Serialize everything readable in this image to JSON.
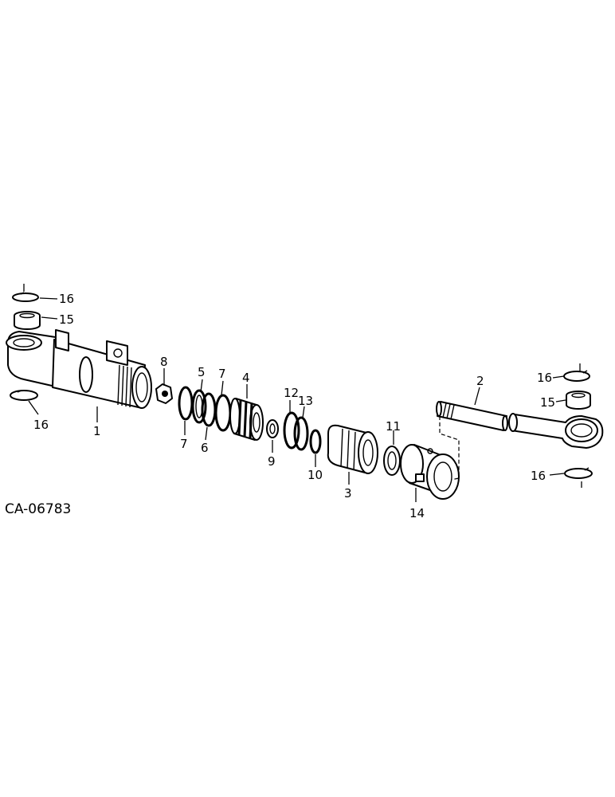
{
  "figure_id": "CA-06783",
  "callouts": {
    "c1": "1",
    "c2": "2",
    "c3": "3",
    "c4": "4",
    "c5": "5",
    "c6": "6",
    "c7a": "7",
    "c7b": "7",
    "c8": "8",
    "c9": "9",
    "c10": "10",
    "c11": "11",
    "c12": "12",
    "c13": "13",
    "c14": "14",
    "c15a": "15",
    "c15b": "15",
    "c16a": "16",
    "c16b": "16",
    "c16c": "16",
    "c16d": "16"
  }
}
